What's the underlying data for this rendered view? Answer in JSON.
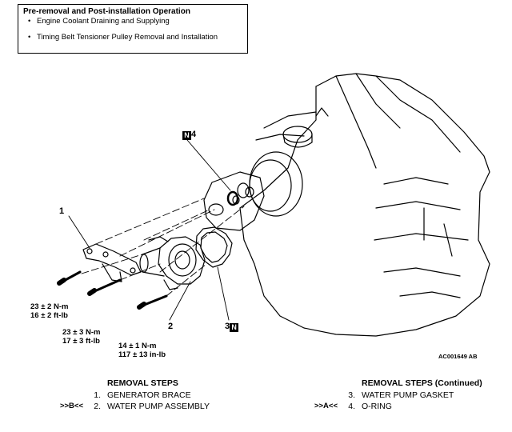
{
  "pre_operation": {
    "title": "Pre-removal and Post-installation Operation",
    "items": [
      "Engine Coolant Draining and Supplying",
      "Timing Belt Tensioner Pulley Removal and Installation"
    ]
  },
  "callouts": {
    "part1": "1",
    "part2": "2",
    "part3": "3",
    "part4": "4",
    "new_mark": "N"
  },
  "torques": [
    {
      "line1": "23 ± 2 N-m",
      "line2": "16 ± 2 ft-lb"
    },
    {
      "line1": "23 ± 3 N-m",
      "line2": "17 ± 3 ft-lb"
    },
    {
      "line1": "14 ± 1 N-m",
      "line2": "117 ± 13 in-lb"
    }
  ],
  "figure_code": "AC001649 AB",
  "removal_steps": {
    "title": "REMOVAL STEPS",
    "steps": [
      {
        "ref": "",
        "num": "1.",
        "name": "GENERATOR BRACE"
      },
      {
        "ref": ">>B<<",
        "num": "2.",
        "name": "WATER PUMP ASSEMBLY"
      }
    ]
  },
  "removal_steps_cont": {
    "title": "REMOVAL STEPS (Continued)",
    "steps": [
      {
        "ref": "",
        "num": "3.",
        "name": "WATER PUMP GASKET"
      },
      {
        "ref": ">>A<<",
        "num": "4.",
        "name": "O-RING"
      }
    ]
  }
}
